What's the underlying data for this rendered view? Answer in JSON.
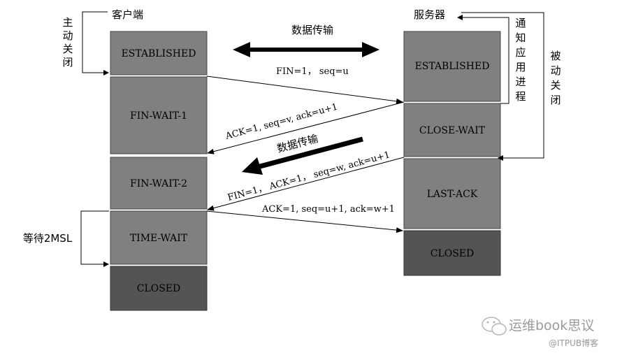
{
  "client": {
    "title": "客户端",
    "states": [
      "ESTABLISHED",
      "FIN-WAIT-1",
      "FIN-WAIT-2",
      "TIME-WAIT",
      "CLOSED"
    ],
    "active_close": [
      "主",
      "动",
      "关",
      "闭"
    ],
    "wait_label": "等待2MSL"
  },
  "server": {
    "title": "服务器",
    "states": [
      "ESTABLISHED",
      "CLOSE-WAIT",
      "LAST-ACK",
      "CLOSED"
    ],
    "notify_app": [
      "通",
      "知",
      "应",
      "用",
      "进",
      "程"
    ],
    "passive_close": [
      "被",
      "动",
      "关",
      "闭"
    ]
  },
  "transfer_top": "数据传输",
  "transfer_mid": "数据传输",
  "messages": {
    "fin1": "FIN=1， seq=u",
    "ack1": "ACK=1, seq=v, ack=u+1",
    "fin2": "FIN=1， ACK=1， seq=w, ack=u+1",
    "ack2": "ACK=1, seq=u+1, ack=w+1"
  },
  "watermark": {
    "brand": "运维book思议",
    "source": "@ITPUB博客"
  },
  "colors": {
    "box_light": "#808080",
    "box_dark": "#545454",
    "arrow": "#000000"
  }
}
